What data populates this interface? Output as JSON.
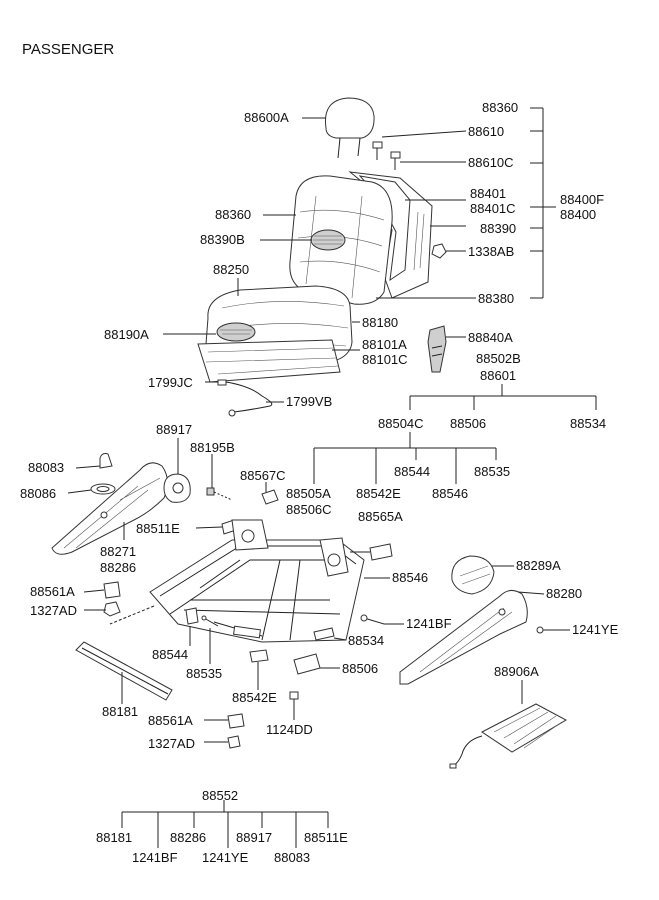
{
  "title": "PASSENGER",
  "labels": {
    "l88360a": "88360",
    "l88600a": "88600A",
    "l88610": "88610",
    "l88610c": "88610C",
    "l88401": "88401",
    "l88401c": "88401C",
    "l88400f": "88400F",
    "l88400": "88400",
    "l88360b": "88360",
    "l88390": "88390",
    "l88390b": "88390B",
    "l1338ab": "1338AB",
    "l88250": "88250",
    "l88380": "88380",
    "l88180": "88180",
    "l88190a": "88190A",
    "l88840a": "88840A",
    "l88101a": "88101A",
    "l88101c": "88101C",
    "l88502b": "88502B",
    "l88601": "88601",
    "l1799jc": "1799JC",
    "l1799vb": "1799VB",
    "l88504c": "88504C",
    "l88506a": "88506",
    "l88534a": "88534",
    "l88917": "88917",
    "l88195b": "88195B",
    "l88083": "88083",
    "l88086": "88086",
    "l88567c": "88567C",
    "l88544a": "88544",
    "l88535a": "88535",
    "l88505a": "88505A",
    "l88542ea": "88542E",
    "l88546a": "88546",
    "l88506c": "88506C",
    "l88511e": "88511E",
    "l88565a": "88565A",
    "l88271": "88271",
    "l88286": "88286",
    "l88546b": "88546",
    "l88289a": "88289A",
    "l88561aa": "88561A",
    "l1327ada": "1327AD",
    "l88280": "88280",
    "l1241bfa": "1241BF",
    "l1241yea": "1241YE",
    "l88544b": "88544",
    "l88534b": "88534",
    "l88535b": "88535",
    "l88506b": "88506",
    "l88906a": "88906A",
    "l88181a": "88181",
    "l88542eb": "88542E",
    "l1124dd": "1124DD",
    "l88561ab": "88561A",
    "l1327adb": "1327AD",
    "l88552": "88552",
    "l88181b": "88181",
    "l88286b": "88286",
    "l88917b": "88917",
    "l88511eb": "88511E",
    "l1241bfb": "1241BF",
    "l1241yeb": "1241YE",
    "l88083b": "88083"
  }
}
